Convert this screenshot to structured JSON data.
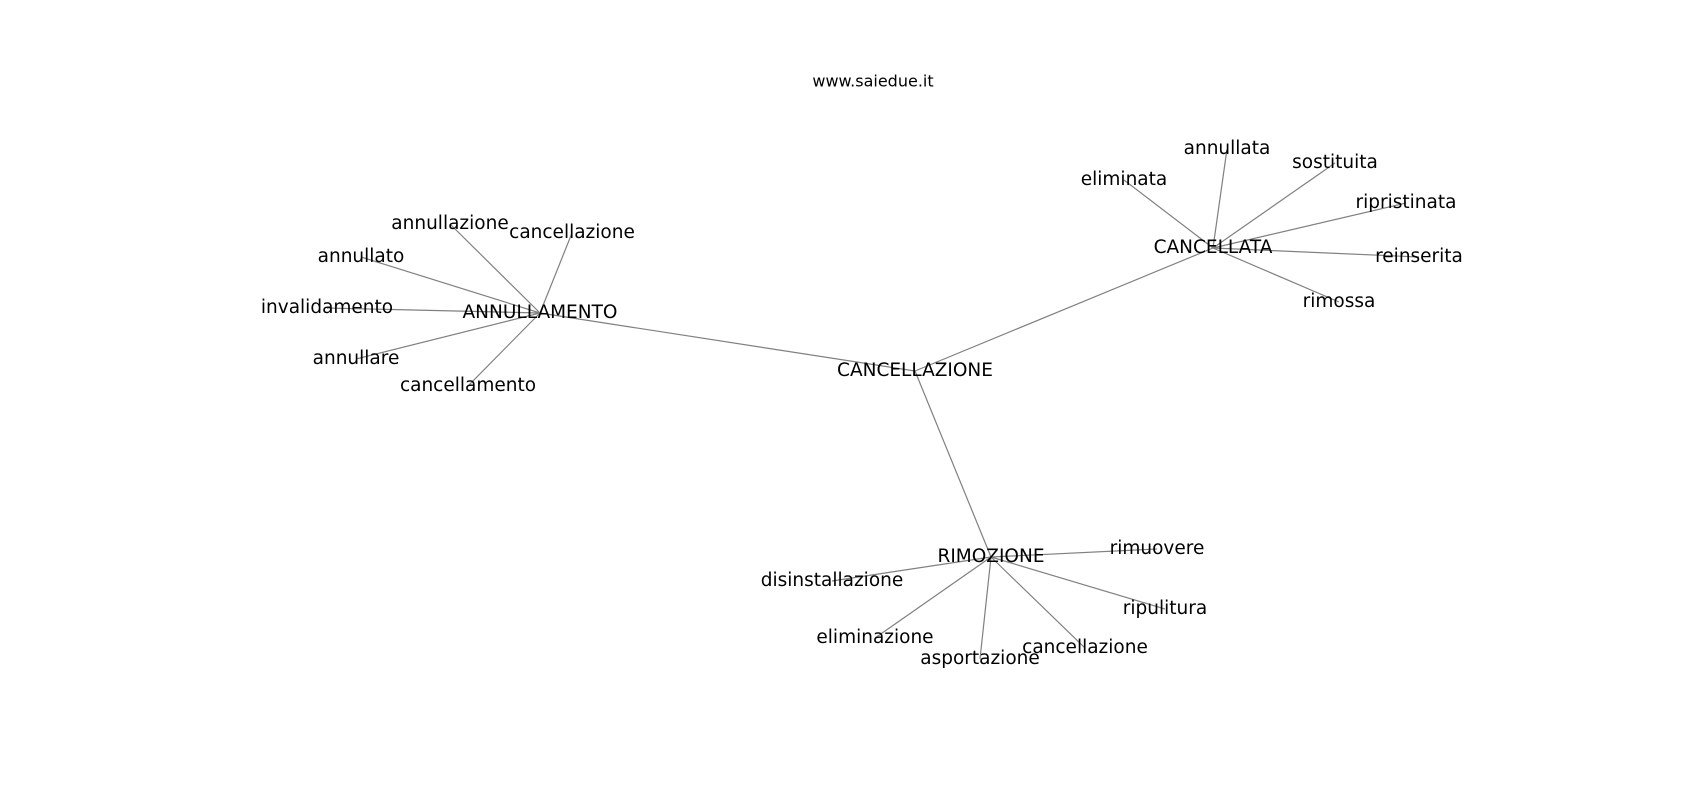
{
  "watermark": "www.saiedue.it",
  "graph": {
    "center": {
      "id": "c",
      "label": "CANCELLAZIONE"
    },
    "hubs": [
      {
        "id": "h1",
        "label": "ANNULLAMENTO",
        "leaves": [
          {
            "id": "h1a",
            "label": "annullazione"
          },
          {
            "id": "h1b",
            "label": "cancellazione"
          },
          {
            "id": "h1c",
            "label": "annullato"
          },
          {
            "id": "h1d",
            "label": "invalidamento"
          },
          {
            "id": "h1e",
            "label": "annullare"
          },
          {
            "id": "h1f",
            "label": "cancellamento"
          }
        ]
      },
      {
        "id": "h2",
        "label": "CANCELLATA",
        "leaves": [
          {
            "id": "h2a",
            "label": "eliminata"
          },
          {
            "id": "h2b",
            "label": "annullata"
          },
          {
            "id": "h2c",
            "label": "sostituita"
          },
          {
            "id": "h2d",
            "label": "ripristinata"
          },
          {
            "id": "h2e",
            "label": "reinserita"
          },
          {
            "id": "h2f",
            "label": "rimossa"
          }
        ]
      },
      {
        "id": "h3",
        "label": "RIMOZIONE",
        "leaves": [
          {
            "id": "h3a",
            "label": "rimuovere"
          },
          {
            "id": "h3b",
            "label": "disinstallazione"
          },
          {
            "id": "h3c",
            "label": "ripulitura"
          },
          {
            "id": "h3d",
            "label": "eliminazione"
          },
          {
            "id": "h3e",
            "label": "asportazione"
          },
          {
            "id": "h3f",
            "label": "cancellazione"
          }
        ]
      }
    ]
  }
}
